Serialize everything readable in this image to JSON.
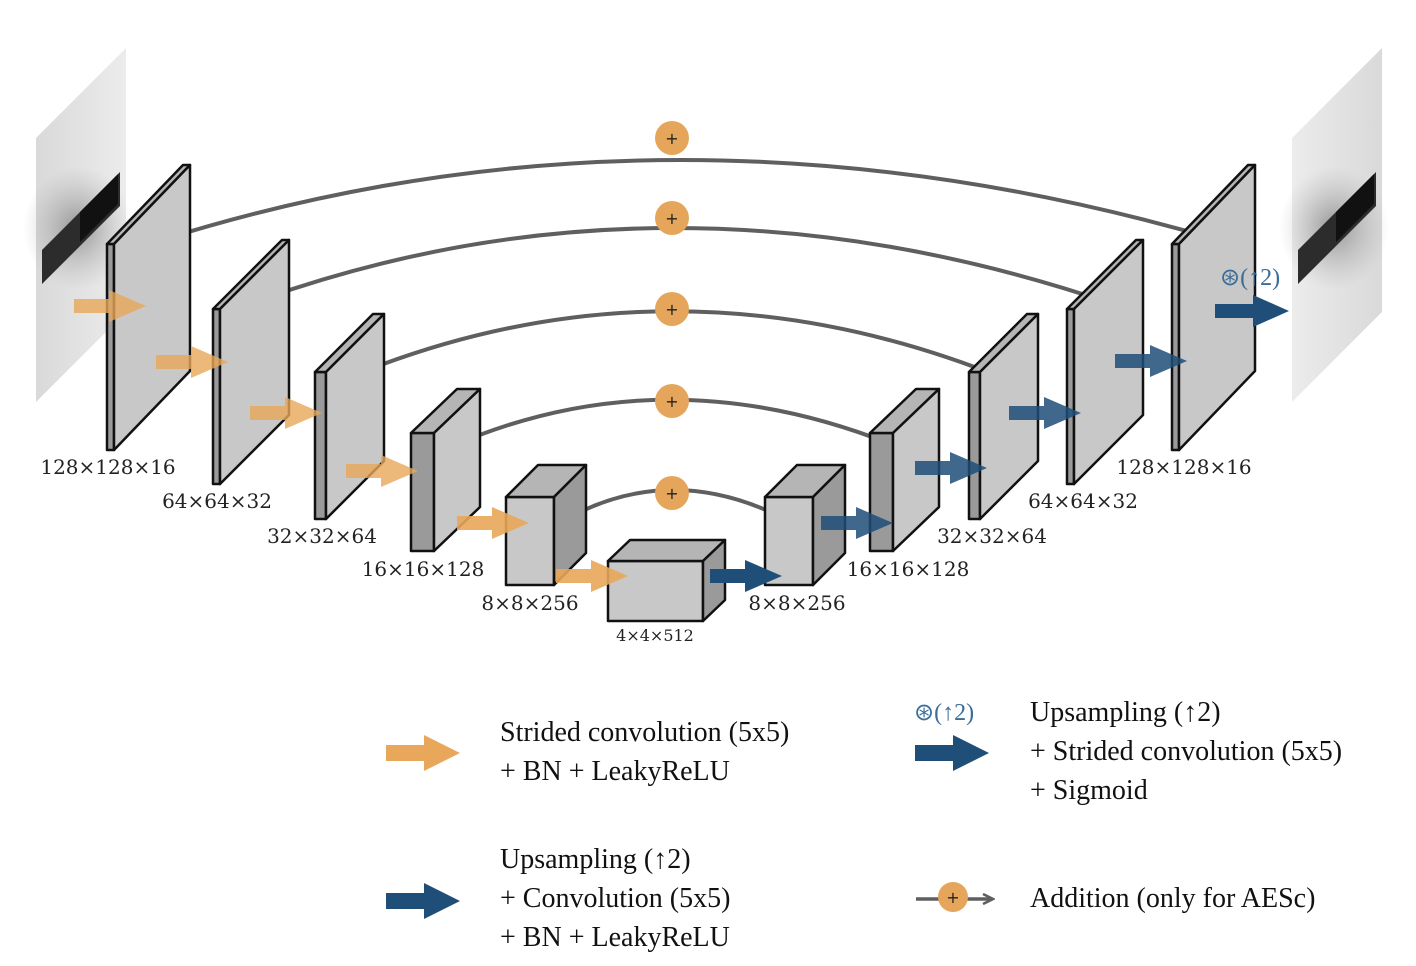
{
  "colors": {
    "encoder_arrow": "#e8a75a",
    "decoder_arrow": "#1f4e79",
    "skip_line": "#5f5f5f",
    "add_node": "#e5a55a",
    "block_face": "#c8c8c8",
    "block_edge": "#111111",
    "upsample_label": "#3a6d99"
  },
  "encoder_dims": [
    "128×128×16",
    "64×64×32",
    "32×32×64",
    "16×16×128",
    "8×8×256"
  ],
  "bottleneck_dim": "4×4×512",
  "decoder_dims": [
    "8×8×256",
    "16×16×128",
    "32×32×64",
    "64×64×32",
    "128×128×16"
  ],
  "add_symbol": "+",
  "output_upsample_label": "⊛(↑2)",
  "legend": {
    "strided_conv": [
      "Strided convolution (5x5)",
      "+ BN + LeakyReLU"
    ],
    "up_conv": [
      "Upsampling (↑2)",
      "+ Convolution (5x5)",
      "+ BN + LeakyReLU"
    ],
    "up_strided_symbol": "⊛(↑2)",
    "up_strided_conv": [
      "Upsampling (↑2)",
      "+ Strided convolution (5x5)",
      "+ Sigmoid"
    ],
    "addition": "Addition (only for AESc)"
  },
  "icons": [
    "input-image-icon",
    "output-image-icon",
    "encoder-arrow-icon",
    "decoder-arrow-icon",
    "addition-node-icon"
  ]
}
